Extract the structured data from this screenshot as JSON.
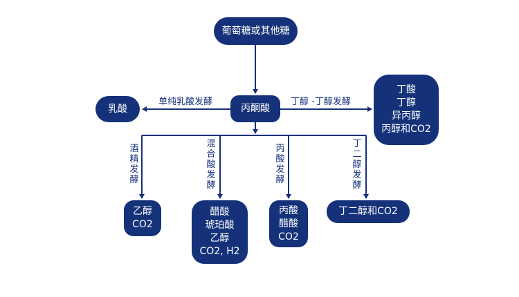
{
  "colors": {
    "node": "#14317a",
    "line": "#14317a",
    "background": "#ffffff"
  },
  "nodes": {
    "glucose": "葡萄糖或其他糖",
    "pyruvate": "丙酮酸",
    "lactic_acid": "乳酸",
    "butyric": [
      "丁酸",
      "丁醇",
      "异丙醇",
      "丙醇和CO2"
    ],
    "ethanol": [
      "乙醇",
      "CO2"
    ],
    "mixed_acid": [
      "醋酸",
      "琥珀酸",
      "乙醇",
      "CO2, H2"
    ],
    "propionic": [
      "丙酸",
      "醋酸",
      "CO2"
    ],
    "butanediol": "丁二醇和CO2"
  },
  "edge_labels": {
    "lactic": "单纯乳酸发酵",
    "butyl": "丁醇 -丁醇发酵",
    "alcohol": [
      "酒",
      "精",
      "发",
      "酵"
    ],
    "mixed": [
      "混",
      "合",
      "酸",
      "发",
      "酵"
    ],
    "propionic": [
      "丙",
      "酸",
      "发",
      "酵"
    ],
    "butanediol": [
      "丁",
      "二",
      "醇",
      "发",
      "酵"
    ]
  }
}
